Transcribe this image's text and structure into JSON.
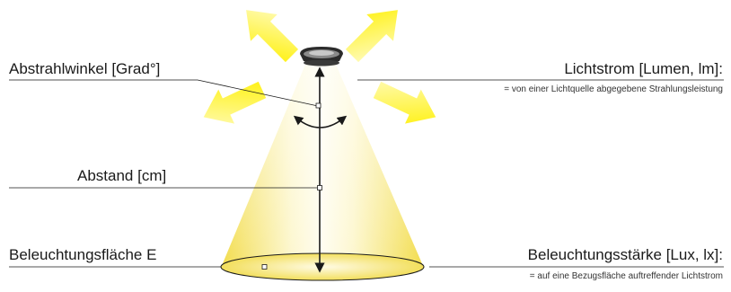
{
  "labels": {
    "abstrahlwinkel": "Abstrahlwinkel [Grad°]",
    "lichtstrom": "Lichtstrom [Lumen, lm]:",
    "lichtstrom_def": "= von einer Lichtquelle abgegebene Strahlungsleistung",
    "abstand": "Abstand [cm]",
    "beleuchtungsflaeche": "Beleuchtungsfläche E",
    "beleuchtungsstaerke": "Beleuchtungsstärke [Lux, lx]:",
    "beleuchtungsstaerke_def": "= auf eine Bezugsfläche auftreffender Lichtstrom"
  },
  "colors": {
    "beam_light": "#fffbe0",
    "beam_dark": "#f3e25a",
    "arrow": "#fff000",
    "line": "#1a1a1a",
    "lamp_dark": "#2b2b2b",
    "lamp_mid": "#8a8a8a"
  }
}
